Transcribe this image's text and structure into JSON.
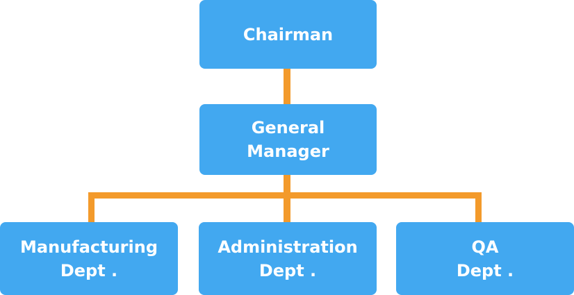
{
  "colors": {
    "box_fill": "#42a8f0",
    "connector": "#f39a2b",
    "text": "#ffffff",
    "background": "#ffffff"
  },
  "org_chart": {
    "chairman": {
      "label": "Chairman"
    },
    "general_manager": {
      "label": "General\nManager"
    },
    "departments": [
      {
        "label": "Manufacturing\nDept ."
      },
      {
        "label": "Administration\nDept ."
      },
      {
        "label": "QA\nDept ."
      }
    ]
  }
}
